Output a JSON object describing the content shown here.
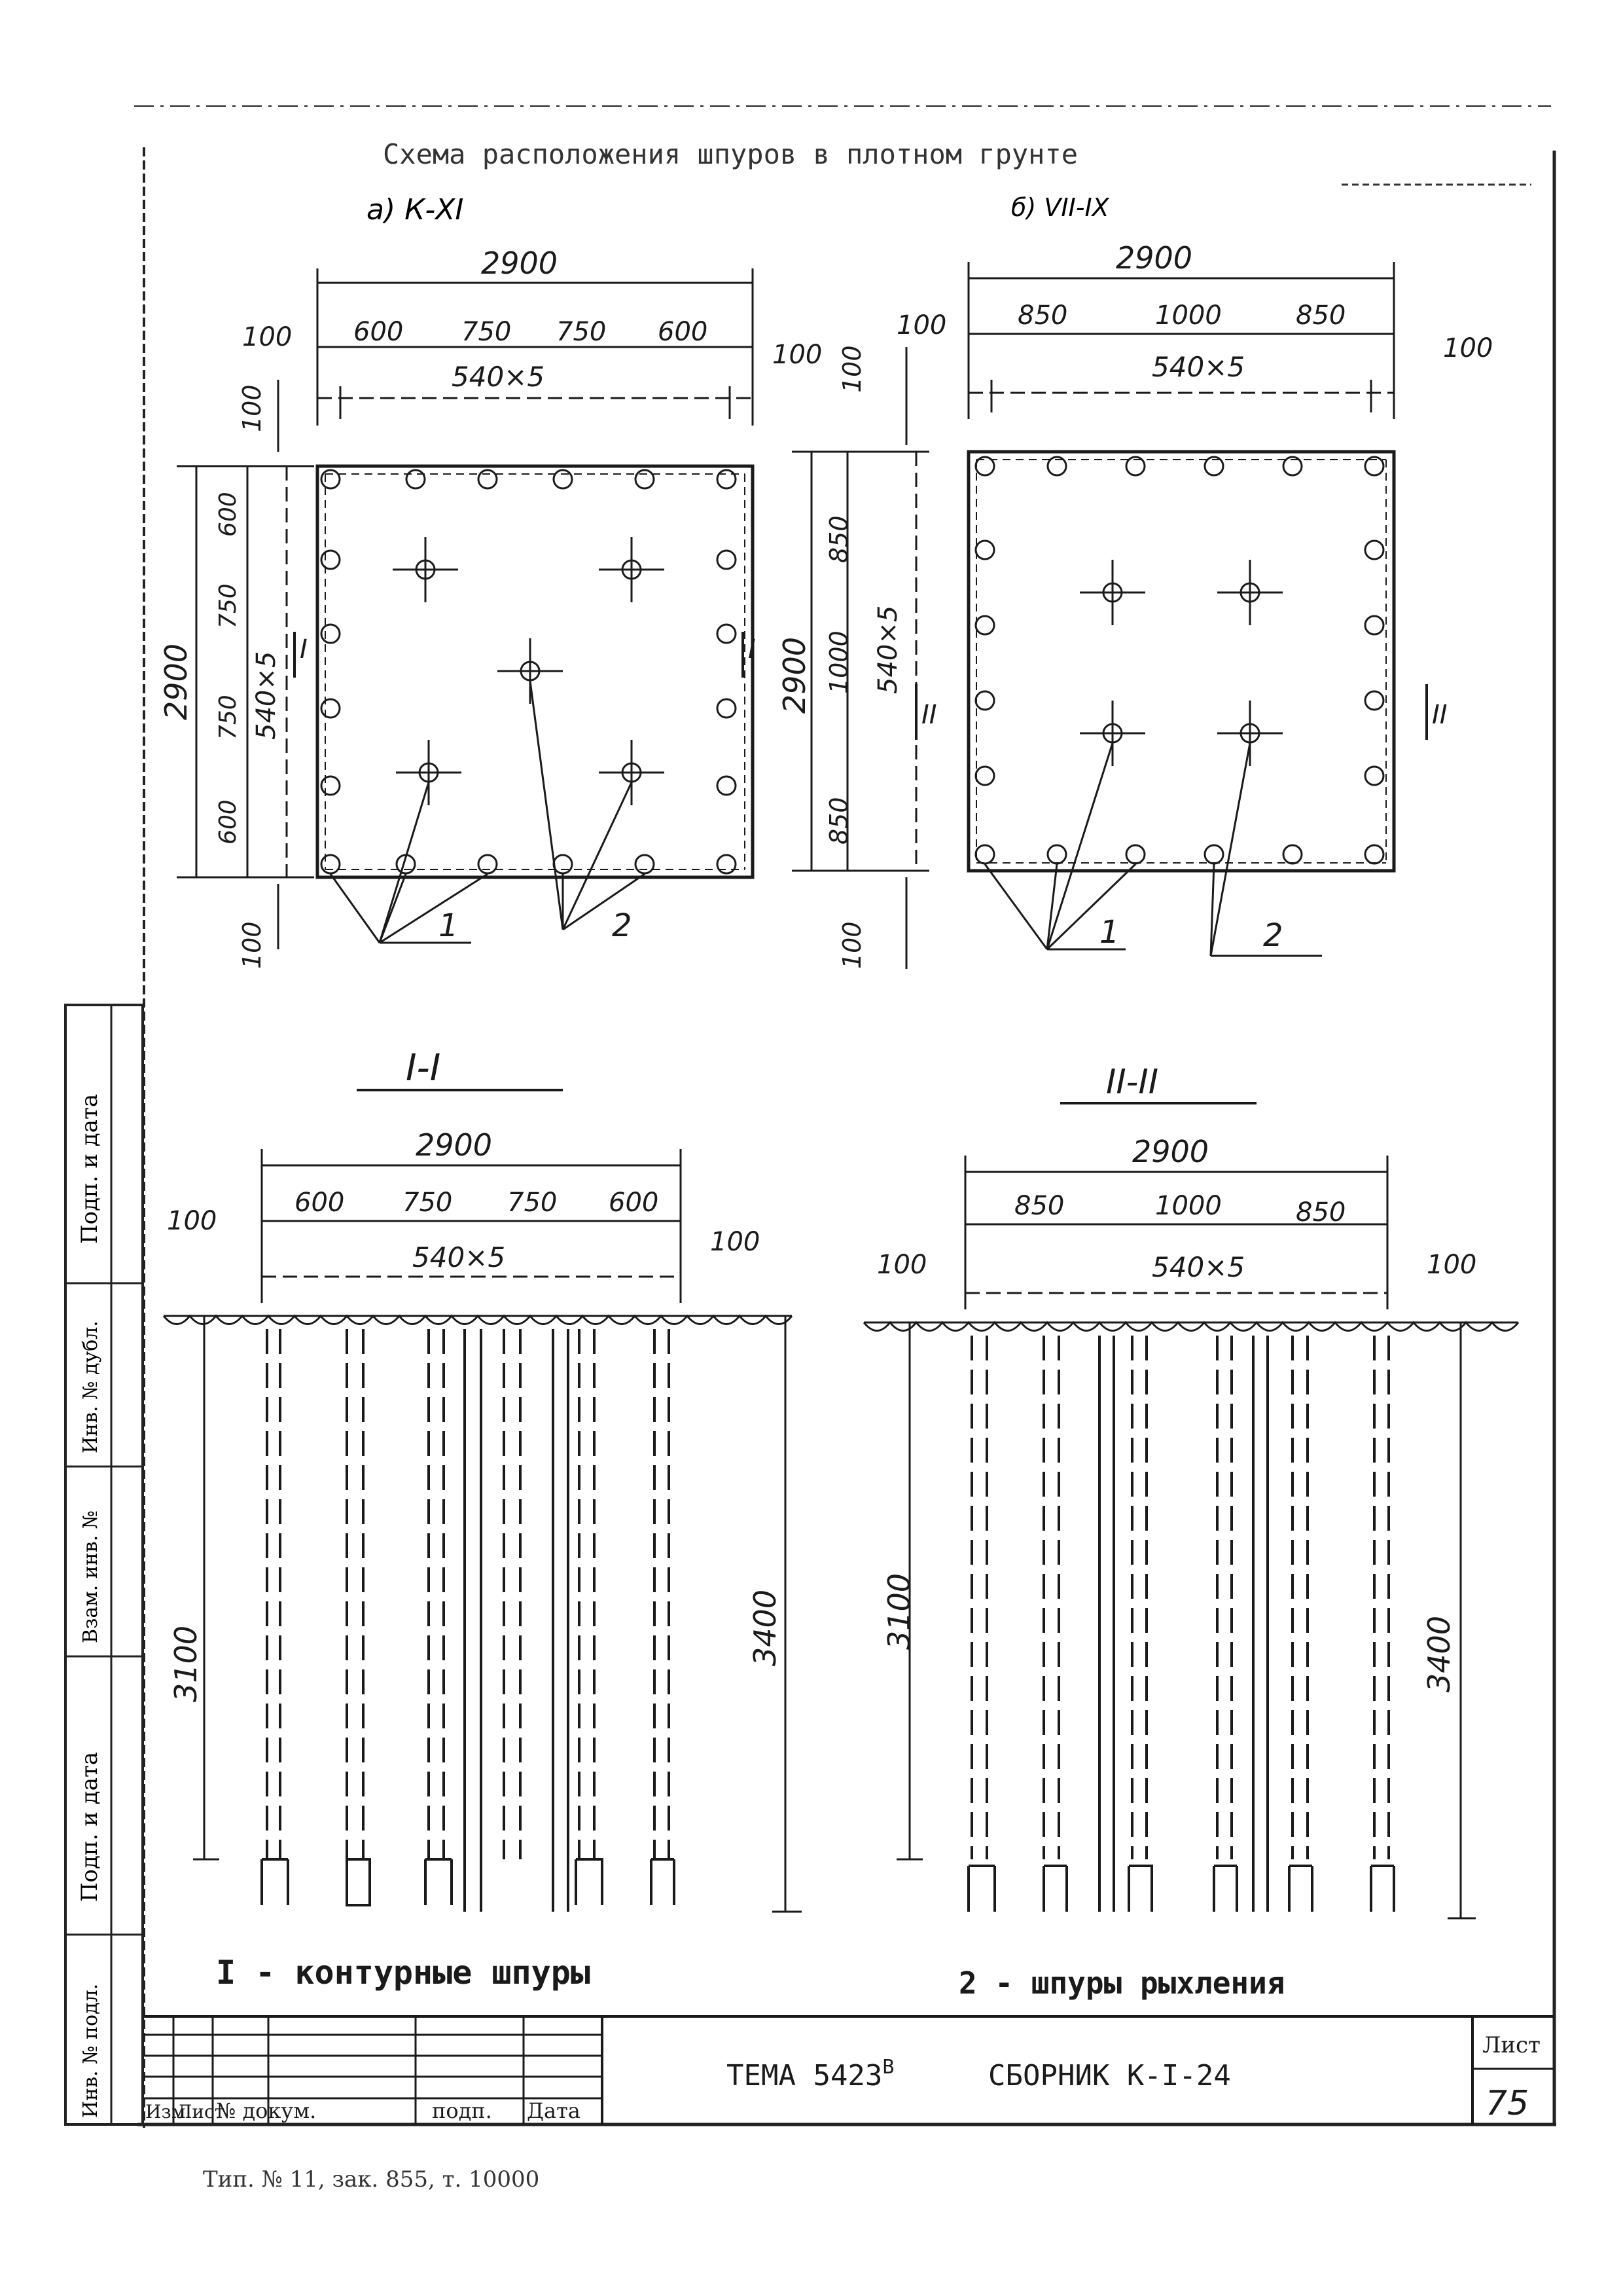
{
  "header": {
    "title": "Схема расположения шпуров в плотном грунте",
    "variant_a": "а) К-ХI",
    "variant_b": "б) VII-IX"
  },
  "plan_a": {
    "total": "2900",
    "edge_left": "100",
    "edge_right": "100",
    "seg1": "600",
    "seg2": "750",
    "seg3": "750",
    "seg4": "600",
    "pitch": "540×5",
    "side_total": "2900",
    "side_top": "100",
    "side_bottom": "100",
    "side_seg1": "600",
    "side_seg2": "750",
    "side_seg3": "750",
    "side_seg4": "600",
    "side_pitch": "540×5",
    "section_mark": "I",
    "leader1": "1",
    "leader2": "2"
  },
  "plan_b": {
    "total": "2900",
    "edge_left": "100",
    "edge_right": "100",
    "seg1": "850",
    "seg2": "1000",
    "seg3": "850",
    "pitch": "540×5",
    "side_total": "2900",
    "side_top": "100",
    "side_bottom": "100",
    "side_seg1": "850",
    "side_seg2": "1000",
    "side_seg3": "850",
    "side_pitch": "540×5",
    "section_mark": "II",
    "leader1": "1",
    "leader2": "2"
  },
  "section_a": {
    "title": "I-I",
    "total": "2900",
    "edge_left": "100",
    "edge_right": "100",
    "seg1": "600",
    "seg2": "750",
    "seg3": "750",
    "seg4": "600",
    "pitch": "540×5",
    "depth_left": "3100",
    "depth_right": "3400"
  },
  "section_b": {
    "title": "II-II",
    "total": "2900",
    "edge_left": "100",
    "edge_right": "100",
    "seg1": "850",
    "seg2": "1000",
    "seg3": "850",
    "pitch": "540×5",
    "depth_left": "3100",
    "depth_right": "3400"
  },
  "legend": {
    "item1": "I - контурные шпуры",
    "item2": "2 - шпуры рыхления"
  },
  "side_stamp": {
    "f1": "Подп. и дата",
    "f2": "Инв. № дубл.",
    "f3": "Взам. инв. №",
    "f4": "Подп. и дата",
    "f5": "Инв. № подл."
  },
  "title_block": {
    "col1": "Изм",
    "col2": "Лист",
    "col3": "№ докум.",
    "col4": "подп.",
    "col5": "Дата",
    "main_text": "ТЕМА 5423",
    "superscript": "В",
    "collection": "СБОРНИК К-I-24",
    "sheet_label": "Лист",
    "sheet_no": "75"
  },
  "footer": {
    "print_info": "Тип. № 11, зак. 855, т. 10000"
  }
}
